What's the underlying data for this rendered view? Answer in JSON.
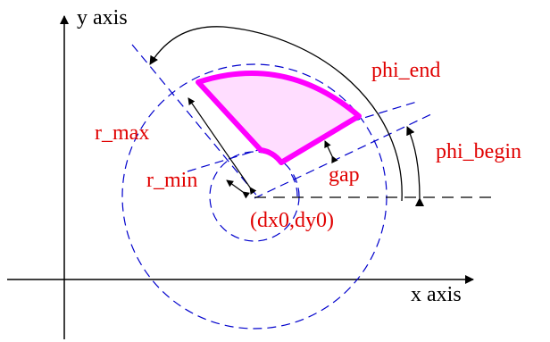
{
  "axes": {
    "y_label": "y axis",
    "x_label": "x axis"
  },
  "labels": {
    "phi_end": "phi_end",
    "phi_begin": "phi_begin",
    "r_max": "r_max",
    "r_min": "r_min",
    "gap": "gap",
    "origin": "(dx0,dy0)"
  },
  "colors": {
    "label": "#e00000",
    "construction": "#0000cc",
    "sector_outline": "#ff00ff",
    "sector_fill": "#ffddff",
    "axes": "#000000"
  }
}
